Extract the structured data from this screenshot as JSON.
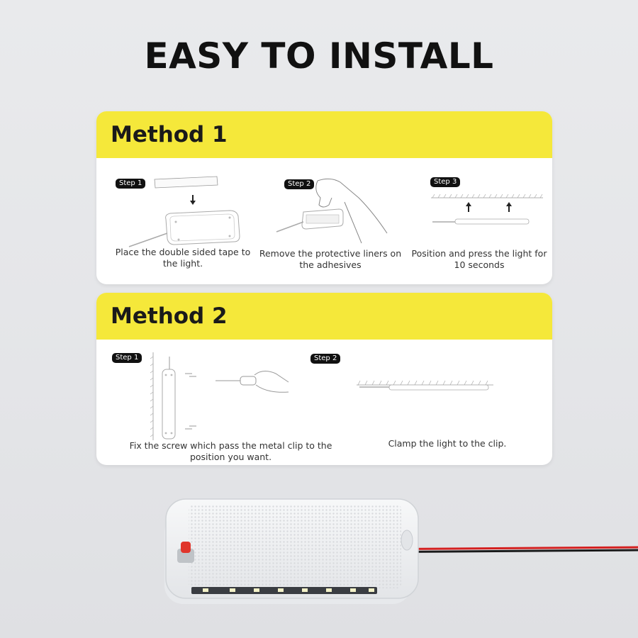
{
  "header": {
    "title": "EASY TO INSTALL"
  },
  "colors": {
    "accent": "#f5e83a",
    "background": "#e6e7ea",
    "card": "#ffffff",
    "badge": "#111111",
    "button": "#e0352b",
    "wire_red": "#d42020"
  },
  "methods": [
    {
      "title": "Method 1",
      "steps": [
        {
          "badge": "Step 1",
          "caption": "Place the double sided tape to the light.",
          "icon": "tape-onto-light-icon"
        },
        {
          "badge": "Step 2",
          "caption": "Remove the protective liners on the adhesives",
          "icon": "peel-liner-hand-icon"
        },
        {
          "badge": "Step 3",
          "caption": "Position and press the light for 10 seconds",
          "icon": "press-to-ceiling-icon"
        }
      ]
    },
    {
      "title": "Method 2",
      "steps": [
        {
          "badge": "Step 1",
          "caption": "Fix the screw which pass the metal clip to the position you want.",
          "icon": "screw-clip-wall-icon"
        },
        {
          "badge": "Step 2",
          "caption": "Clamp the light to the clip.",
          "icon": "clamp-light-icon"
        }
      ]
    }
  ],
  "product": {
    "name": "LED dome light with red switch",
    "icon": "led-panel-light-image"
  }
}
